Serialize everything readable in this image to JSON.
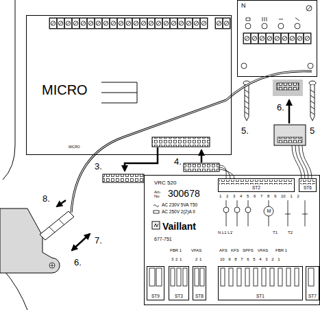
{
  "diagram": {
    "nodes": [
      {
        "text": [
          "MICRO"
        ]
      },
      {
        "text": [
          "N"
        ]
      },
      {
        "text": [
          "VRC 520",
          "Art- No",
          "300678",
          "Vaillant",
          "677-751"
        ]
      },
      {
        "text": [
          "ST2"
        ],
        "in": 2
      },
      {
        "text": [
          "ST6"
        ],
        "in": 2
      },
      {
        "text": [
          "ST9"
        ],
        "in": 2
      },
      {
        "text": [
          "ST3"
        ],
        "in": 2
      },
      {
        "text": [
          "ST8"
        ],
        "in": 2
      },
      {
        "text": [
          "ST1"
        ],
        "in": 2
      },
      {
        "text": [
          "ST7"
        ],
        "in": 2
      }
    ],
    "labels": [
      "MICRO",
      "3.",
      "4.",
      "5.",
      "5",
      "6.",
      "6.",
      "7.",
      "8.",
      "AC 230V 5VA T50",
      "AC 250V 2(2)A II",
      "1 2 3 4 5 6 7 8 9 10 1 2",
      "M",
      "N L1 L1'",
      "T1",
      "T2",
      "FBR 1",
      "VFAS",
      "3 2 1",
      "2 1",
      "AFS",
      "KFS",
      "SPFS",
      "VFAS",
      "FBR 1",
      "10 9 8 7 6 5 4 3 2 1"
    ]
  }
}
